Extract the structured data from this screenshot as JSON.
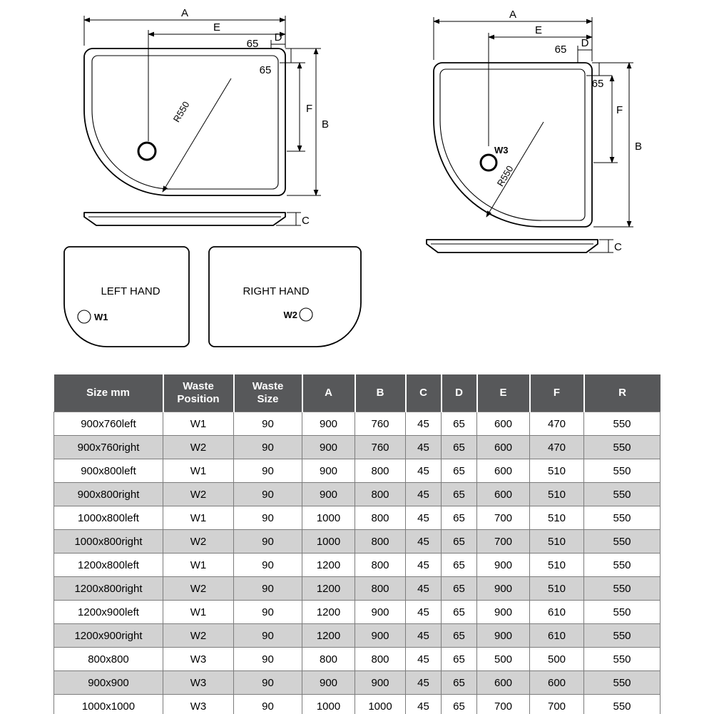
{
  "colors": {
    "background": "#ffffff",
    "line_color": "#000000",
    "table_header_bg": "#57585a",
    "table_header_text": "#ffffff",
    "table_alt_row_bg": "#d2d2d2"
  },
  "diagram_left": {
    "dim_a": "A",
    "dim_e": "E",
    "dim_d_label": "D",
    "dim_d_value": "65",
    "dim_65_vertical": "65",
    "dim_f": "F",
    "dim_b": "B",
    "radius_label": "R550",
    "dim_c": "C"
  },
  "diagram_right": {
    "dim_a": "A",
    "dim_e": "E",
    "dim_d_label": "D",
    "dim_d_value": "65",
    "dim_65_vertical": "65",
    "dim_f": "F",
    "dim_b": "B",
    "radius_label": "R550",
    "dim_c": "C",
    "waste_label": "W3"
  },
  "hand_left": {
    "title": "LEFT HAND",
    "waste_label": "W1"
  },
  "hand_right": {
    "title": "RIGHT HAND",
    "waste_label": "W2"
  },
  "table": {
    "headers": [
      "Size mm",
      "Waste\nPosition",
      "Waste\nSize",
      "A",
      "B",
      "C",
      "D",
      "E",
      "F",
      "R"
    ],
    "rows": [
      [
        "900x760left",
        "W1",
        "90",
        "900",
        "760",
        "45",
        "65",
        "600",
        "470",
        "550"
      ],
      [
        "900x760right",
        "W2",
        "90",
        "900",
        "760",
        "45",
        "65",
        "600",
        "470",
        "550"
      ],
      [
        "900x800left",
        "W1",
        "90",
        "900",
        "800",
        "45",
        "65",
        "600",
        "510",
        "550"
      ],
      [
        "900x800right",
        "W2",
        "90",
        "900",
        "800",
        "45",
        "65",
        "600",
        "510",
        "550"
      ],
      [
        "1000x800left",
        "W1",
        "90",
        "1000",
        "800",
        "45",
        "65",
        "700",
        "510",
        "550"
      ],
      [
        "1000x800right",
        "W2",
        "90",
        "1000",
        "800",
        "45",
        "65",
        "700",
        "510",
        "550"
      ],
      [
        "1200x800left",
        "W1",
        "90",
        "1200",
        "800",
        "45",
        "65",
        "900",
        "510",
        "550"
      ],
      [
        "1200x800right",
        "W2",
        "90",
        "1200",
        "800",
        "45",
        "65",
        "900",
        "510",
        "550"
      ],
      [
        "1200x900left",
        "W1",
        "90",
        "1200",
        "900",
        "45",
        "65",
        "900",
        "610",
        "550"
      ],
      [
        "1200x900right",
        "W2",
        "90",
        "1200",
        "900",
        "45",
        "65",
        "900",
        "610",
        "550"
      ],
      [
        "800x800",
        "W3",
        "90",
        "800",
        "800",
        "45",
        "65",
        "500",
        "500",
        "550"
      ],
      [
        "900x900",
        "W3",
        "90",
        "900",
        "900",
        "45",
        "65",
        "600",
        "600",
        "550"
      ],
      [
        "1000x1000",
        "W3",
        "90",
        "1000",
        "1000",
        "45",
        "65",
        "700",
        "700",
        "550"
      ]
    ]
  }
}
